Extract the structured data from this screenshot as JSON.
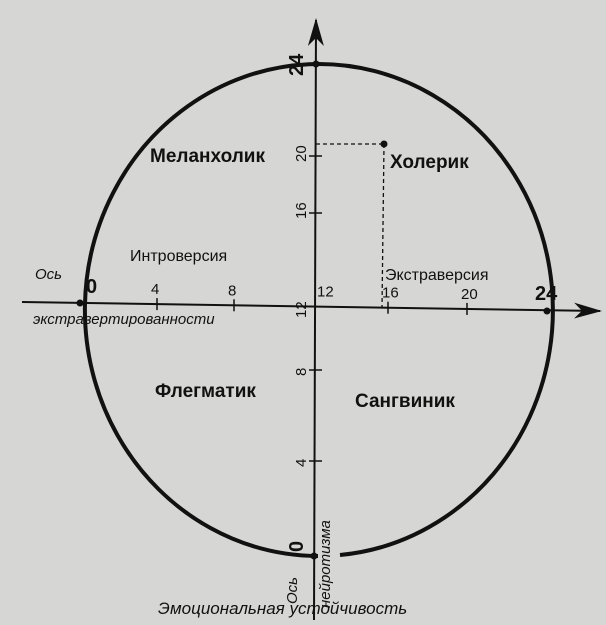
{
  "diagram": {
    "quadrants": {
      "top_left": "Меланхолик",
      "top_right": "Холерик",
      "bottom_left": "Флегматик",
      "bottom_right": "Сангвиник"
    },
    "horizontal_axis": {
      "label_line1": "Ось",
      "label_line2": "экстравертированности",
      "left_pole": "Интроверсия",
      "right_pole": "Экстраверсия",
      "ticks": [
        "0",
        "4",
        "8",
        "12",
        "16",
        "20",
        "24"
      ]
    },
    "vertical_axis": {
      "label_line1": "Ось",
      "label_line2": "нейротизма",
      "bottom_pole": "Эмоциональная устойчивость",
      "ticks": [
        "0",
        "4",
        "8",
        "12",
        "16",
        "20",
        "24"
      ]
    },
    "example_point": {
      "extraversion": 15.5,
      "neuroticism": 20
    },
    "colors": {
      "ink": "#111111",
      "paper": "#d6d6d4"
    }
  }
}
